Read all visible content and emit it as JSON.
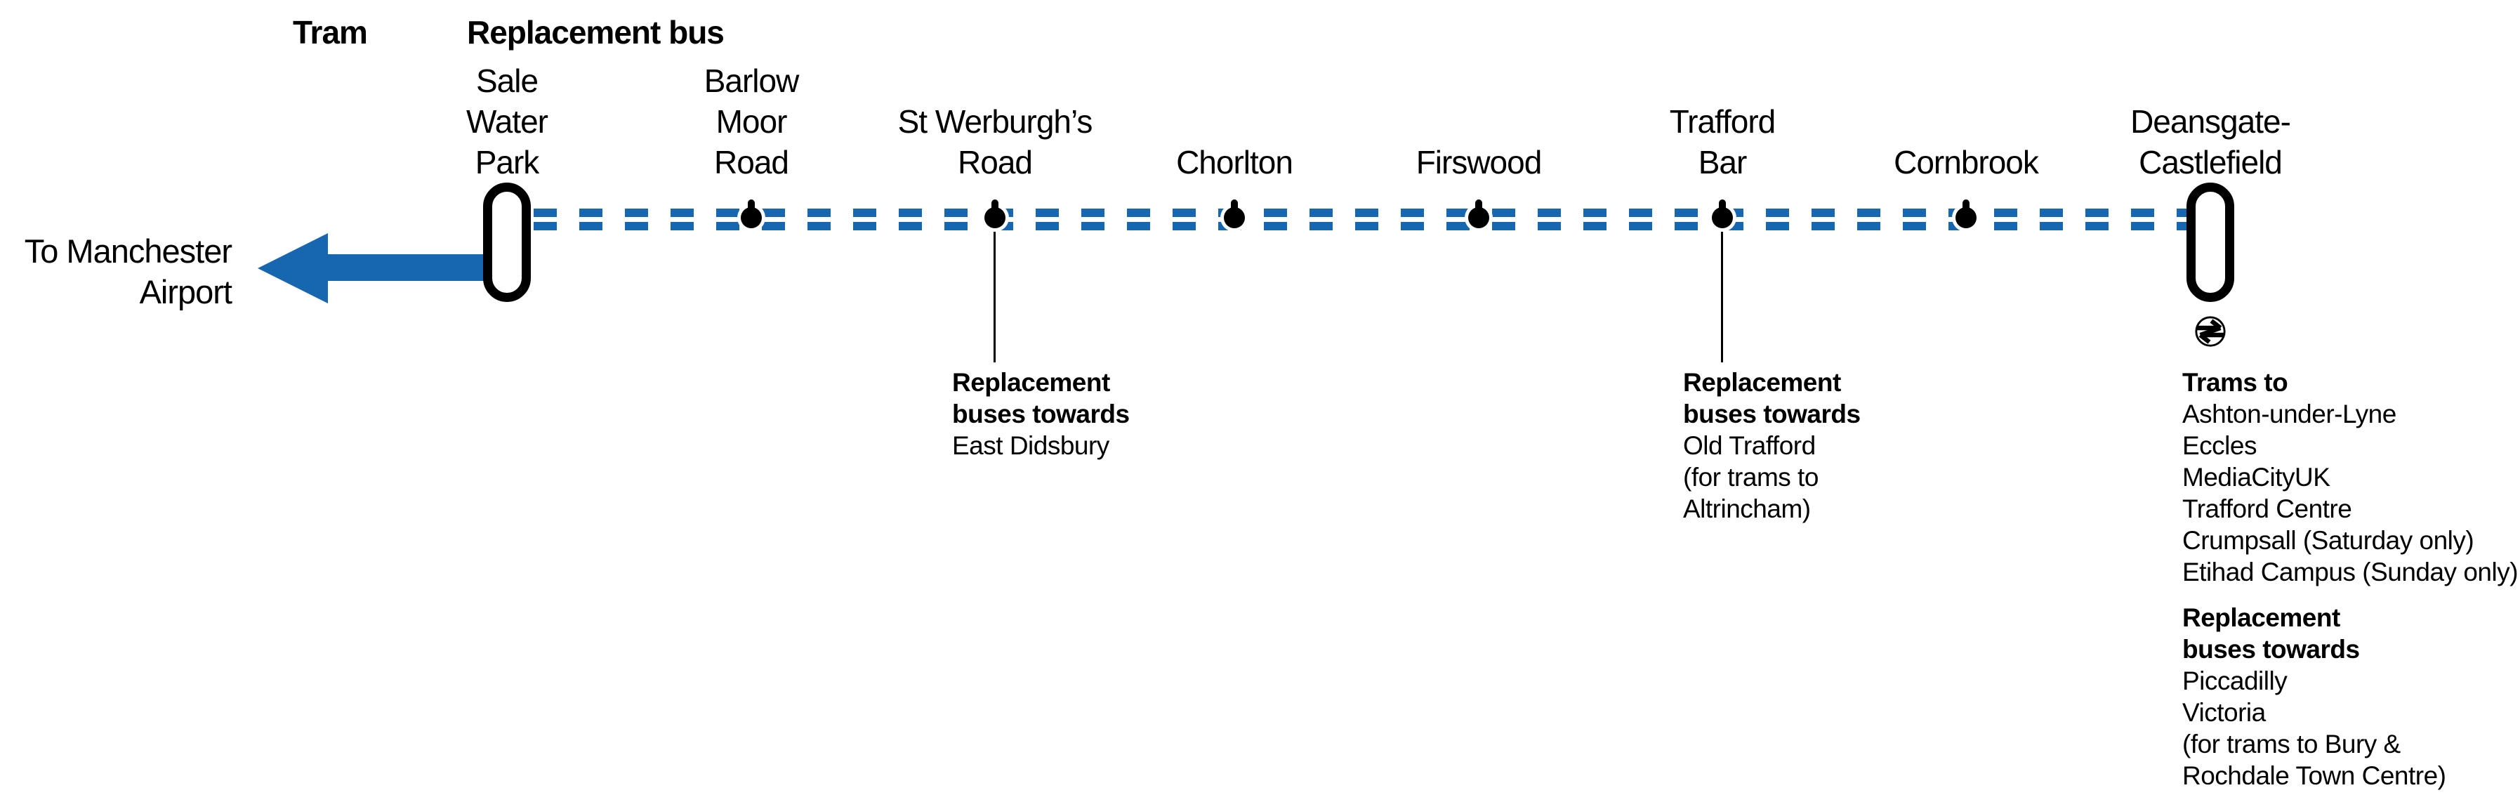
{
  "legend": {
    "tram_label": "Tram",
    "replacement_bus_label": "Replacement bus"
  },
  "direction_arrow": {
    "line1": "To Manchester",
    "line2": "Airport"
  },
  "stations": [
    {
      "name": "Sale Water Park",
      "type": "terminus-interchange",
      "label_lines": [
        "Sale",
        "Water",
        "Park"
      ]
    },
    {
      "name": "Barlow Moor Road",
      "type": "bus-stop",
      "label_lines": [
        "Barlow",
        "Moor",
        "Road"
      ]
    },
    {
      "name": "St Werburgh's Road",
      "type": "bus-stop",
      "label_lines": [
        "St Werburgh’s",
        "Road"
      ],
      "annotation": {
        "bold_lines": [
          "Replacement",
          "buses towards"
        ],
        "regular_lines": [
          "East Didsbury"
        ]
      }
    },
    {
      "name": "Chorlton",
      "type": "bus-stop",
      "label_lines": [
        "Chorlton"
      ]
    },
    {
      "name": "Firswood",
      "type": "bus-stop",
      "label_lines": [
        "Firswood"
      ]
    },
    {
      "name": "Trafford Bar",
      "type": "bus-stop",
      "label_lines": [
        "Trafford",
        "Bar"
      ],
      "annotation": {
        "bold_lines": [
          "Replacement",
          "buses towards"
        ],
        "regular_lines": [
          "Old Trafford",
          "(for trams to",
          "Altrincham)"
        ]
      }
    },
    {
      "name": "Cornbrook",
      "type": "bus-stop",
      "label_lines": [
        "Cornbrook"
      ]
    },
    {
      "name": "Deansgate-Castlefield",
      "type": "terminus-interchange",
      "national_rail_interchange": true,
      "label_lines": [
        "Deansgate-",
        "Castlefield"
      ],
      "info_blocks": [
        {
          "bold_lines": [
            "Trams to"
          ],
          "regular_lines": [
            "Ashton-under-Lyne",
            "Eccles",
            "MediaCityUK",
            "Trafford Centre",
            "Crumpsall (Saturday only)",
            "Etihad Campus (Sunday only)"
          ]
        },
        {
          "bold_lines": [
            "Replacement",
            "buses towards"
          ],
          "regular_lines": [
            "Piccadilly",
            "Victoria",
            "(for trams to Bury &",
            "Rochdale Town Centre)"
          ]
        }
      ]
    }
  ],
  "icons": {
    "national_rail": "national-rail-double-arrow"
  },
  "colors": {
    "line_blue": "#1767B0",
    "marker_black": "#000000",
    "background": "#FFFFFF"
  }
}
